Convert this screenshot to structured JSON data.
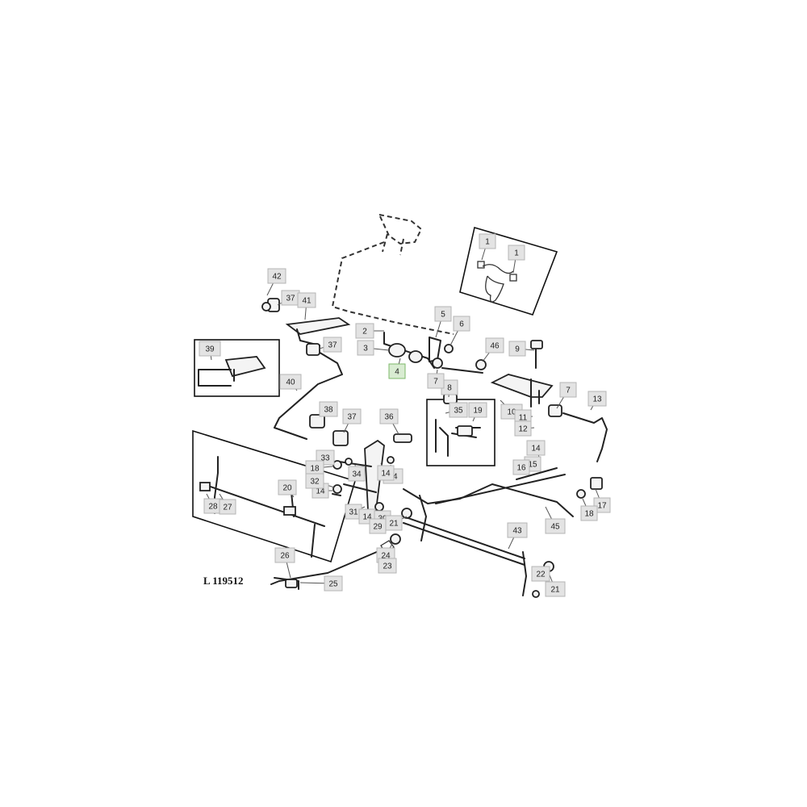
{
  "diagram": {
    "reference": "L 119512",
    "selected_callout": "4",
    "colors": {
      "callout_fill": "#e3e3e3",
      "callout_selected_fill": "#d9ecd2",
      "line": "#222222"
    },
    "callouts": [
      "1",
      "1",
      "42",
      "37",
      "41",
      "2",
      "5",
      "6",
      "3",
      "4",
      "46",
      "9",
      "39",
      "37",
      "40",
      "8",
      "7",
      "13",
      "7",
      "10",
      "11",
      "12",
      "35",
      "19",
      "38",
      "37",
      "36",
      "33",
      "18",
      "34",
      "14",
      "44",
      "14",
      "15",
      "16",
      "32",
      "14",
      "20",
      "28",
      "27",
      "31",
      "14",
      "30",
      "29",
      "21",
      "17",
      "18",
      "45",
      "43",
      "26",
      "24",
      "23",
      "25",
      "22",
      "21"
    ]
  }
}
